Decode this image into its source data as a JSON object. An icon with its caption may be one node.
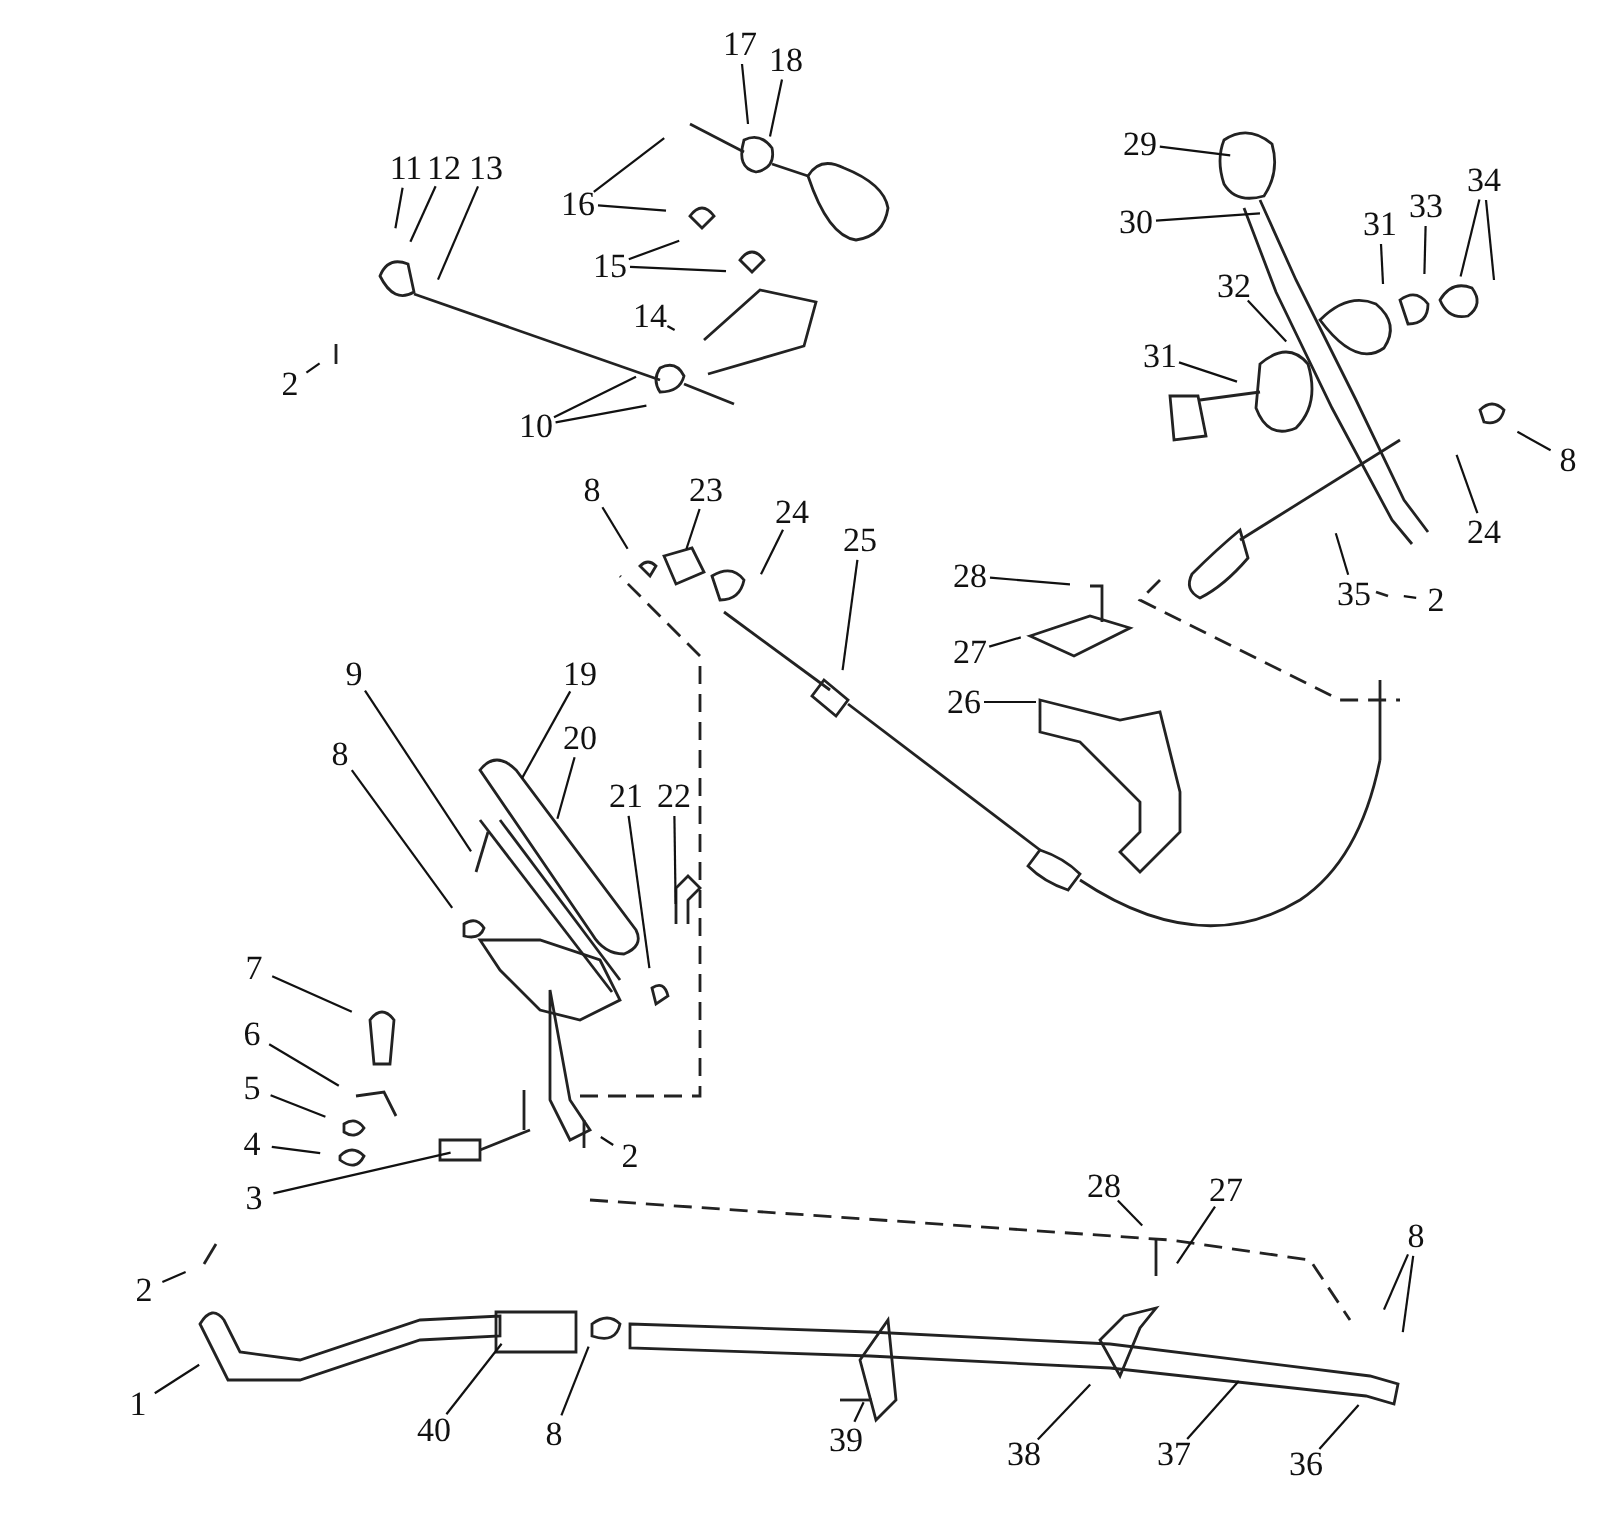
{
  "diagram": {
    "nodes": [
      {
        "text": [
          "17"
        ]
      },
      {
        "text": [
          "18"
        ]
      },
      {
        "text": [
          "11"
        ]
      },
      {
        "text": [
          "12"
        ]
      },
      {
        "text": [
          "13"
        ]
      },
      {
        "text": [
          "29"
        ]
      },
      {
        "text": [
          "34"
        ]
      },
      {
        "text": [
          "30"
        ]
      },
      {
        "text": [
          "31"
        ]
      },
      {
        "text": [
          "33"
        ]
      },
      {
        "text": [
          "16"
        ]
      },
      {
        "text": [
          "15"
        ]
      },
      {
        "text": [
          "32"
        ]
      },
      {
        "text": [
          "14"
        ]
      },
      {
        "text": [
          "31"
        ]
      },
      {
        "text": [
          "2"
        ]
      },
      {
        "text": [
          "10"
        ]
      },
      {
        "text": [
          "8"
        ]
      },
      {
        "text": [
          "24"
        ]
      },
      {
        "text": [
          "8"
        ]
      },
      {
        "text": [
          "23"
        ]
      },
      {
        "text": [
          "24"
        ]
      },
      {
        "text": [
          "2"
        ]
      },
      {
        "text": [
          "35"
        ]
      },
      {
        "text": [
          "25"
        ]
      },
      {
        "text": [
          "28"
        ]
      },
      {
        "text": [
          "27"
        ]
      },
      {
        "text": [
          "9"
        ]
      },
      {
        "text": [
          "19"
        ]
      },
      {
        "text": [
          "26"
        ]
      },
      {
        "text": [
          "20"
        ]
      },
      {
        "text": [
          "8"
        ]
      },
      {
        "text": [
          "21"
        ]
      },
      {
        "text": [
          "22"
        ]
      },
      {
        "text": [
          "7"
        ]
      },
      {
        "text": [
          "6"
        ]
      },
      {
        "text": [
          "5"
        ]
      },
      {
        "text": [
          "4"
        ]
      },
      {
        "text": [
          "3"
        ]
      },
      {
        "text": [
          "2"
        ]
      },
      {
        "text": [
          "28"
        ]
      },
      {
        "text": [
          "27"
        ]
      },
      {
        "text": [
          "8"
        ]
      },
      {
        "text": [
          "2"
        ]
      },
      {
        "text": [
          "1"
        ]
      },
      {
        "text": [
          "40"
        ]
      },
      {
        "text": [
          "8"
        ]
      },
      {
        "text": [
          "39"
        ]
      },
      {
        "text": [
          "38"
        ]
      },
      {
        "text": [
          "37"
        ]
      },
      {
        "text": [
          "36"
        ]
      }
    ],
    "edges": [
      {
        "from": 0,
        "to": null,
        "arrow": "none"
      },
      {
        "from": 1,
        "to": null,
        "arrow": "none"
      },
      {
        "from": 2,
        "to": null,
        "arrow": "none"
      },
      {
        "from": 3,
        "to": null,
        "arrow": "none"
      },
      {
        "from": 4,
        "to": null,
        "arrow": "none"
      },
      {
        "from": 5,
        "to": null,
        "arrow": "none"
      },
      {
        "from": 6,
        "to": null,
        "arrow": "none"
      },
      {
        "from": 6,
        "to": null,
        "arrow": "none"
      },
      {
        "from": 7,
        "to": null,
        "arrow": "none"
      },
      {
        "from": 8,
        "to": null,
        "arrow": "none"
      },
      {
        "from": 9,
        "to": null,
        "arrow": "none"
      },
      {
        "from": 10,
        "to": null,
        "arrow": "none"
      },
      {
        "from": 10,
        "to": null,
        "arrow": "none"
      },
      {
        "from": 11,
        "to": null,
        "arrow": "none"
      },
      {
        "from": 11,
        "to": null,
        "arrow": "none"
      },
      {
        "from": 12,
        "to": null,
        "arrow": "none"
      },
      {
        "from": 13,
        "to": null,
        "arrow": "none"
      },
      {
        "from": 14,
        "to": null,
        "arrow": "none"
      },
      {
        "from": 15,
        "to": null,
        "arrow": "none"
      },
      {
        "from": 16,
        "to": null,
        "arrow": "none"
      },
      {
        "from": 16,
        "to": null,
        "arrow": "none"
      },
      {
        "from": 17,
        "to": null,
        "arrow": "none"
      },
      {
        "from": 18,
        "to": null,
        "arrow": "none"
      },
      {
        "from": 19,
        "to": null,
        "arrow": "none"
      },
      {
        "from": 20,
        "to": null,
        "arrow": "none"
      },
      {
        "from": 21,
        "to": null,
        "arrow": "none"
      },
      {
        "from": 22,
        "to": null,
        "arrow": "none"
      },
      {
        "from": 23,
        "to": null,
        "arrow": "none"
      },
      {
        "from": 24,
        "to": null,
        "arrow": "none"
      },
      {
        "from": 25,
        "to": null,
        "arrow": "none"
      },
      {
        "from": 26,
        "to": null,
        "arrow": "none"
      },
      {
        "from": 27,
        "to": null,
        "arrow": "none"
      },
      {
        "from": 28,
        "to": null,
        "arrow": "none"
      },
      {
        "from": 29,
        "to": null,
        "arrow": "none"
      },
      {
        "from": 30,
        "to": null,
        "arrow": "none"
      },
      {
        "from": 31,
        "to": null,
        "arrow": "none"
      },
      {
        "from": 32,
        "to": null,
        "arrow": "none"
      },
      {
        "from": 33,
        "to": null,
        "arrow": "none"
      },
      {
        "from": 34,
        "to": null,
        "arrow": "none"
      },
      {
        "from": 35,
        "to": null,
        "arrow": "none"
      },
      {
        "from": 36,
        "to": null,
        "arrow": "none"
      },
      {
        "from": 37,
        "to": null,
        "arrow": "none"
      },
      {
        "from": 38,
        "to": null,
        "arrow": "none"
      },
      {
        "from": 39,
        "to": null,
        "arrow": "none"
      },
      {
        "from": 40,
        "to": null,
        "arrow": "none"
      },
      {
        "from": 41,
        "to": null,
        "arrow": "none"
      },
      {
        "from": 42,
        "to": null,
        "arrow": "none"
      },
      {
        "from": 42,
        "to": null,
        "arrow": "none"
      },
      {
        "from": 43,
        "to": null,
        "arrow": "none"
      },
      {
        "from": 44,
        "to": null,
        "arrow": "none"
      },
      {
        "from": 45,
        "to": null,
        "arrow": "none"
      },
      {
        "from": 46,
        "to": null,
        "arrow": "none"
      },
      {
        "from": 47,
        "to": null,
        "arrow": "none"
      },
      {
        "from": 48,
        "to": null,
        "arrow": "none"
      },
      {
        "from": 49,
        "to": null,
        "arrow": "none"
      },
      {
        "from": 50,
        "to": null,
        "arrow": "none"
      }
    ]
  }
}
